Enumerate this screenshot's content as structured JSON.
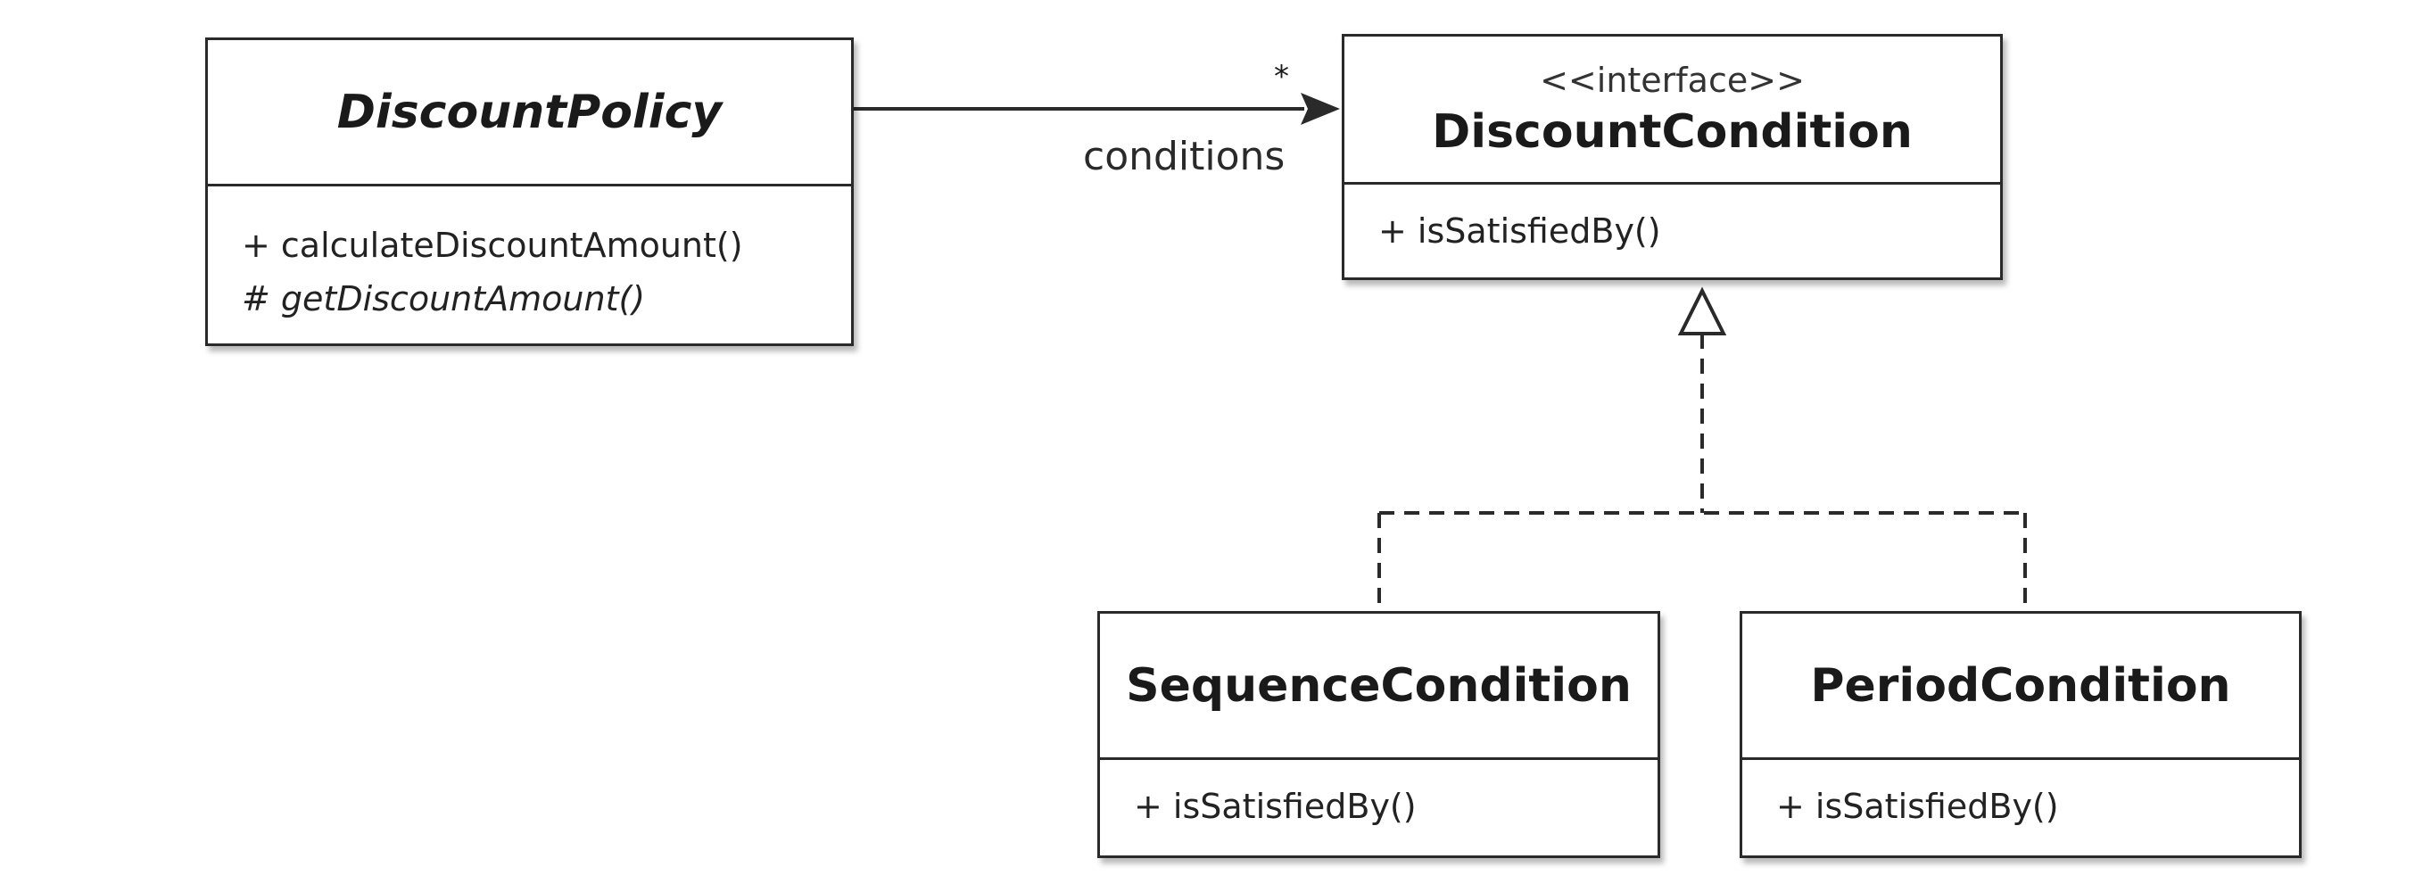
{
  "classes": {
    "discount_policy": {
      "name": "DiscountPolicy",
      "operations": [
        "+ calculateDiscountAmount()",
        "# getDiscountAmount()"
      ]
    },
    "discount_condition": {
      "stereotype": "<<interface>>",
      "name": "DiscountCondition",
      "operations": [
        "+ isSatisfiedBy()"
      ]
    },
    "sequence_condition": {
      "name": "SequenceCondition",
      "operations": [
        "+ isSatisfiedBy()"
      ]
    },
    "period_condition": {
      "name": "PeriodCondition",
      "operations": [
        "+ isSatisfiedBy()"
      ]
    }
  },
  "association": {
    "role": "conditions",
    "multiplicity": "*"
  }
}
